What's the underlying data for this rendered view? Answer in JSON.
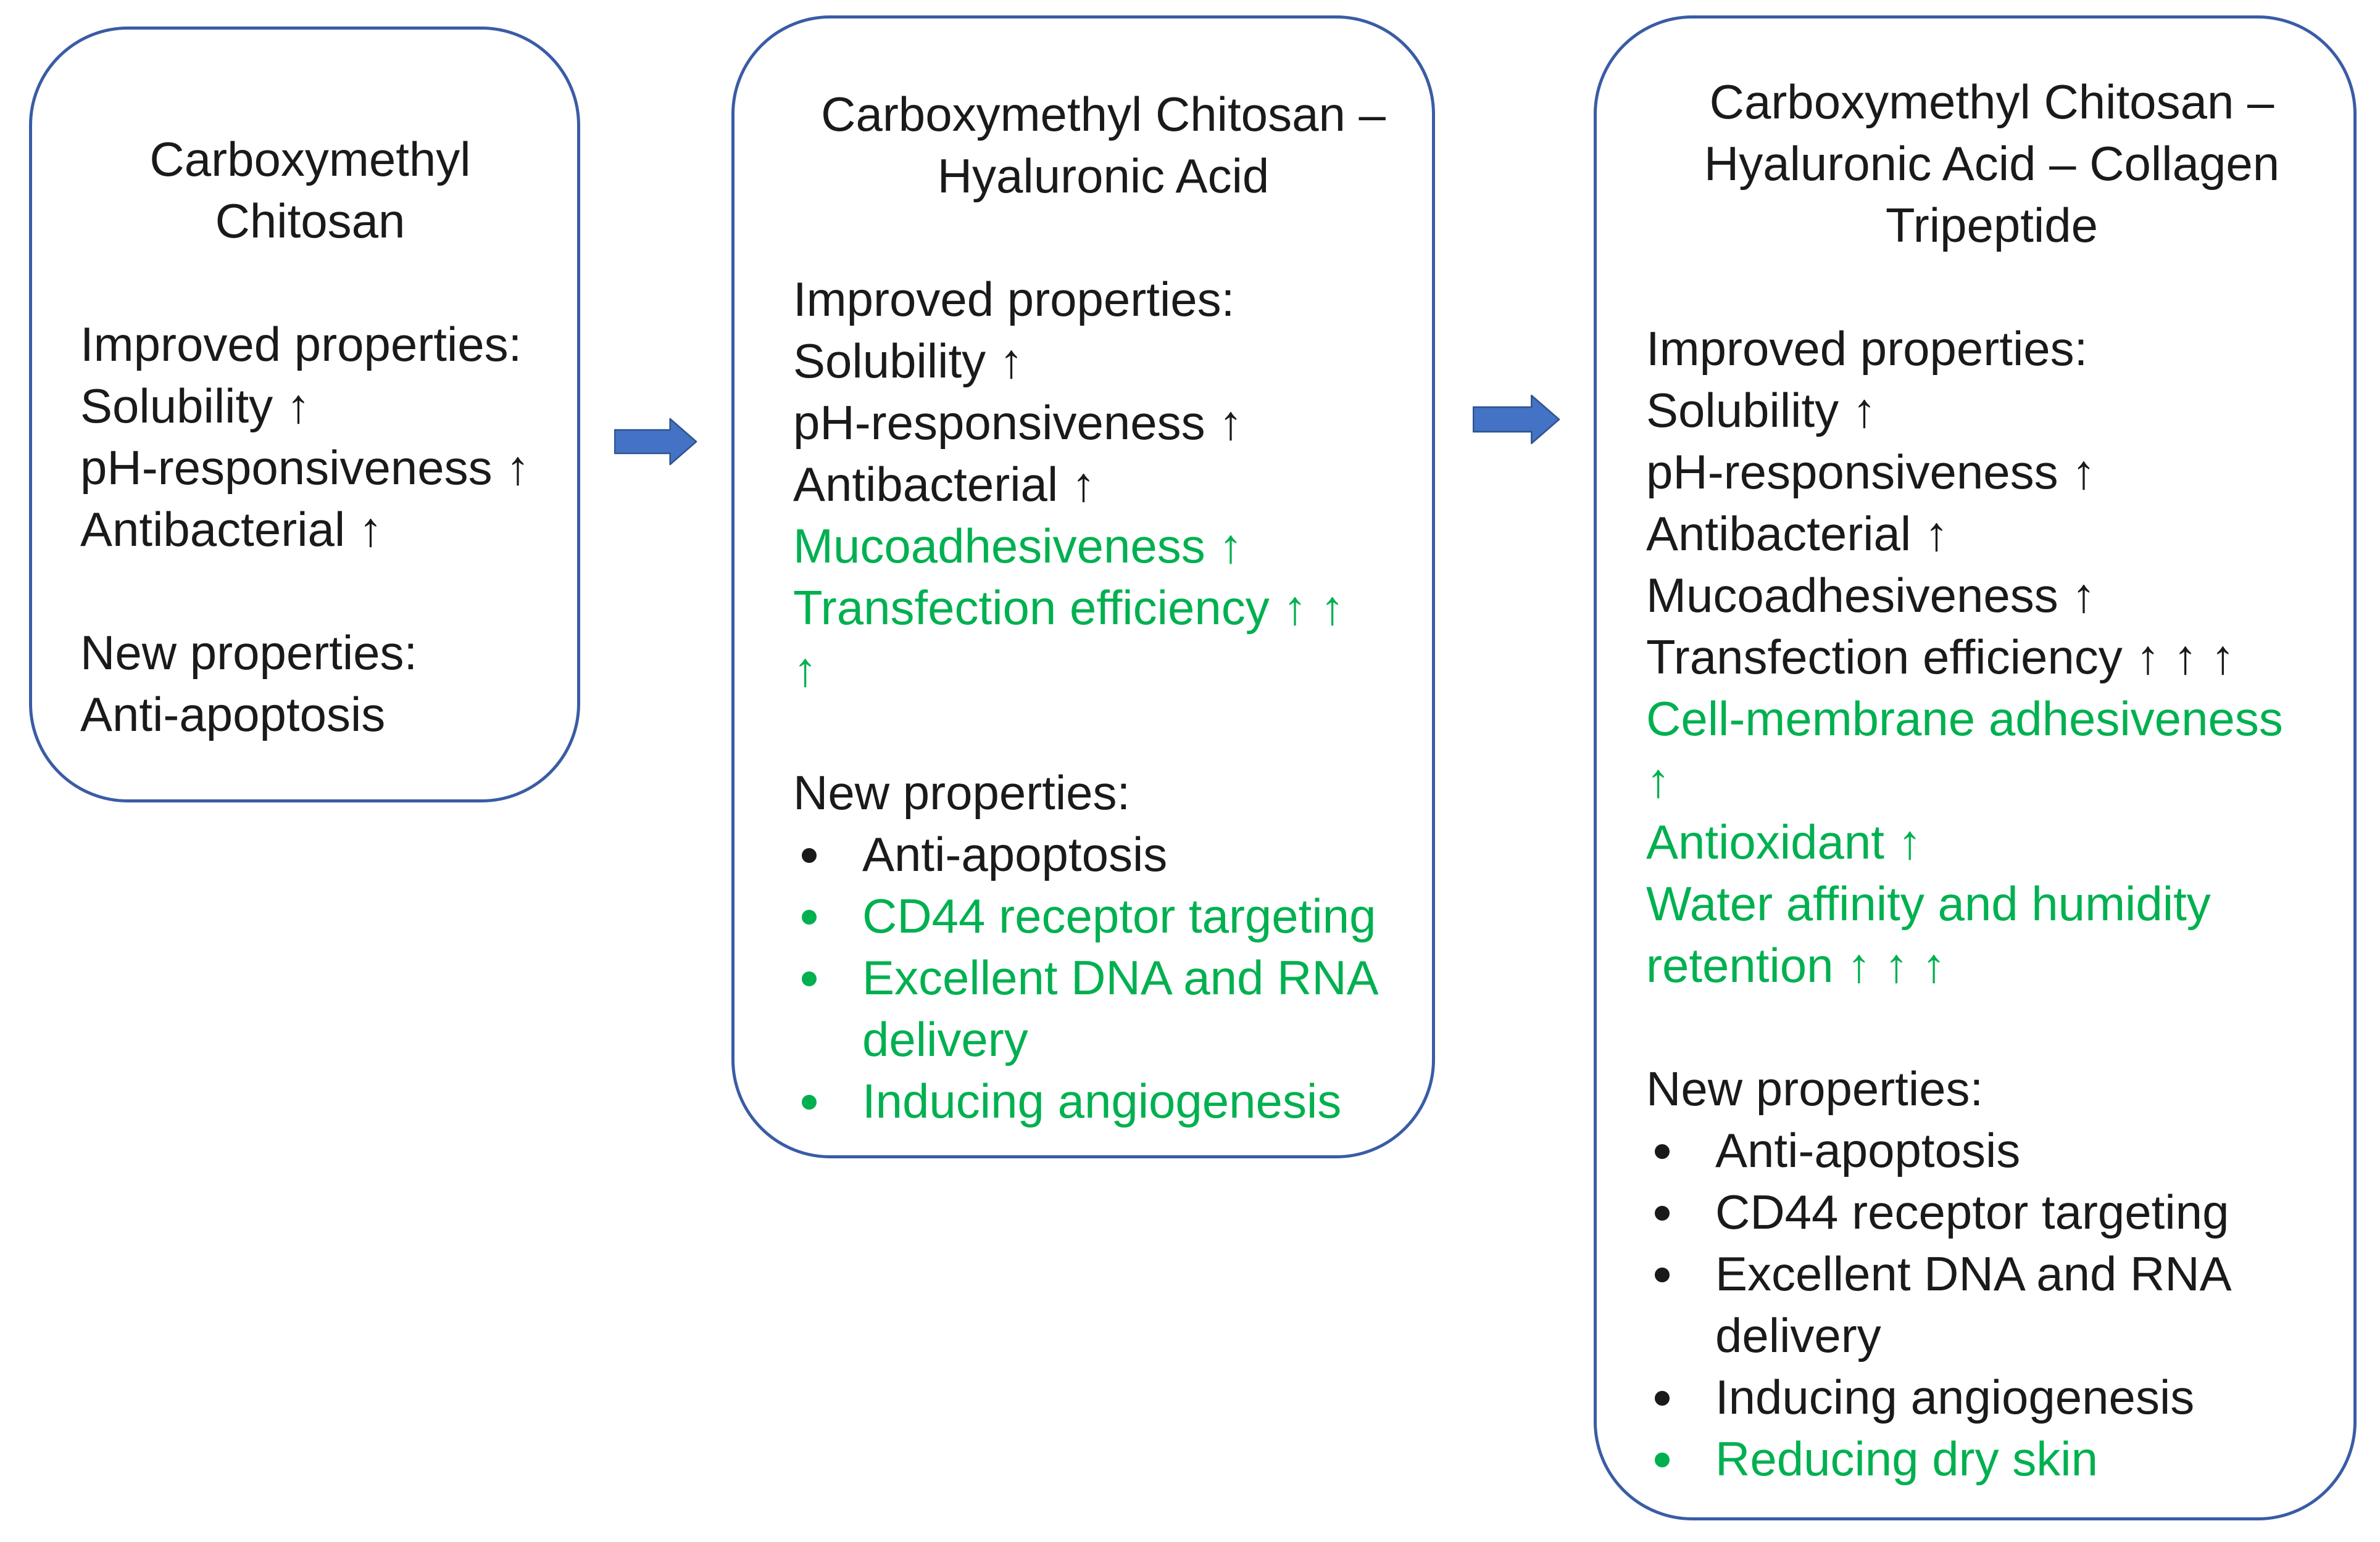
{
  "colors": {
    "text_black": "#1A1A1A",
    "highlight_green": "#00B050",
    "box_border_blue": "#3A5CA6",
    "arrow_fill_blue": "#4472C4",
    "arrow_outline_blue": "#2F538F",
    "background": "#FFFFFF"
  },
  "diagram": {
    "boxes": [
      {
        "id": "carboxymethyl-chitosan",
        "title_lines": [
          "Carboxymethyl",
          "Chitosan"
        ],
        "improved_heading": "Improved properties:",
        "improved_lines": [
          {
            "text": "Solubility ↑",
            "color": "black"
          },
          {
            "text": "pH-responsiveness ↑",
            "color": "black"
          },
          {
            "text": "Antibacterial ↑",
            "color": "black"
          }
        ],
        "new_heading": "New properties:",
        "new_items": [
          {
            "text": "Anti-apoptosis",
            "color": "black",
            "bullet": false
          }
        ]
      },
      {
        "id": "carboxymethyl-chitosan-hyaluronic-acid",
        "title_lines": [
          "Carboxymethyl Chitosan –",
          "Hyaluronic Acid"
        ],
        "improved_heading": "Improved properties:",
        "improved_lines": [
          {
            "text": "Solubility ↑",
            "color": "black"
          },
          {
            "text": "pH-responsiveness ↑",
            "color": "black"
          },
          {
            "text": "Antibacterial ↑",
            "color": "black"
          },
          {
            "text": "Mucoadhesiveness ↑",
            "color": "green"
          },
          {
            "text": "Transfection efficiency ↑ ↑",
            "color": "green"
          },
          {
            "text": "↑",
            "color": "green"
          }
        ],
        "new_heading": "New properties:",
        "new_items": [
          {
            "text": "Anti-apoptosis",
            "color": "black",
            "bullet": true
          },
          {
            "text": "CD44 receptor targeting",
            "color": "green",
            "bullet": true
          },
          {
            "text": "Excellent DNA and RNA delivery",
            "color": "green",
            "bullet": true
          },
          {
            "text": "Inducing angiogenesis",
            "color": "green",
            "bullet": true
          }
        ]
      },
      {
        "id": "carboxymethyl-chitosan-hyaluronic-acid-collagen-tripeptide",
        "title_lines": [
          "Carboxymethyl Chitosan –",
          "Hyaluronic Acid – Collagen",
          "Tripeptide"
        ],
        "improved_heading": "Improved properties:",
        "improved_lines": [
          {
            "text": "Solubility ↑",
            "color": "black"
          },
          {
            "text": "pH-responsiveness ↑",
            "color": "black"
          },
          {
            "text": "Antibacterial ↑",
            "color": "black"
          },
          {
            "text": "Mucoadhesiveness ↑",
            "color": "black"
          },
          {
            "text": "Transfection efficiency ↑ ↑ ↑",
            "color": "black"
          },
          {
            "text": "Cell-membrane adhesiveness",
            "color": "green"
          },
          {
            "text": "↑",
            "color": "green"
          },
          {
            "text": "Antioxidant ↑",
            "color": "green"
          },
          {
            "text": "Water affinity and humidity",
            "color": "green"
          },
          {
            "text": "retention ↑ ↑ ↑",
            "color": "green"
          }
        ],
        "new_heading": "New properties:",
        "new_items": [
          {
            "text": "Anti-apoptosis",
            "color": "black",
            "bullet": true
          },
          {
            "text": "CD44 receptor targeting",
            "color": "black",
            "bullet": true
          },
          {
            "text": "Excellent DNA and RNA delivery",
            "color": "black",
            "bullet": true
          },
          {
            "text": "Inducing angiogenesis",
            "color": "black",
            "bullet": true
          },
          {
            "text": "Reducing dry skin",
            "color": "green",
            "bullet": true
          }
        ]
      }
    ],
    "arrows": [
      {
        "direction": "right"
      },
      {
        "direction": "right"
      }
    ]
  }
}
